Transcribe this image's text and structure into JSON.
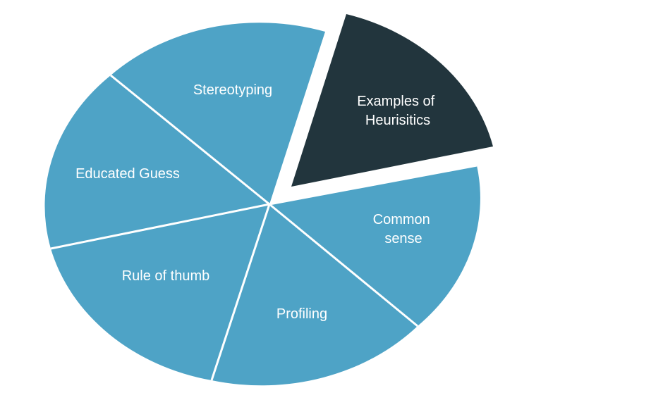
{
  "diagram": {
    "colors": {
      "segment": "#4ea3c6",
      "highlight": "#22353d",
      "separator": "#ffffff",
      "text": "#ffffff"
    },
    "segments": [
      {
        "id": "heuristics",
        "lines": [
          "Examples of",
          "Heurisitics"
        ],
        "highlight": true
      },
      {
        "id": "common-sense",
        "lines": [
          "Common",
          "sense"
        ],
        "highlight": false
      },
      {
        "id": "profiling",
        "lines": [
          "Profiling"
        ],
        "highlight": false
      },
      {
        "id": "rule-of-thumb",
        "lines": [
          "Rule of thumb"
        ],
        "highlight": false
      },
      {
        "id": "educated-guess",
        "lines": [
          "Educated Guess"
        ],
        "highlight": false
      },
      {
        "id": "stereotyping",
        "lines": [
          "Stereotyping"
        ],
        "highlight": false
      }
    ]
  }
}
